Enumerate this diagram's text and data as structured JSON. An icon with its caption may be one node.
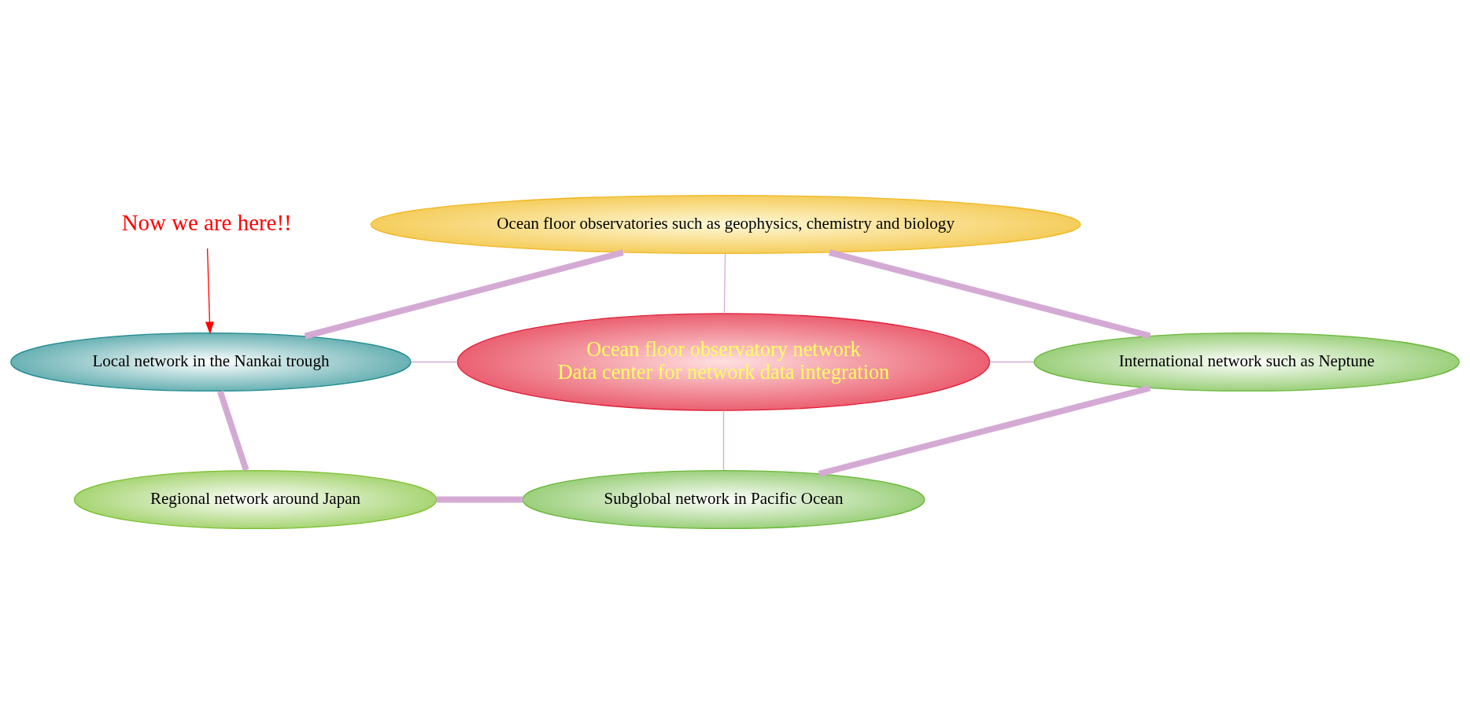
{
  "diagram": {
    "nodes": [
      {
        "text": [
          "Now we are here!!"
        ]
      },
      {
        "text": [
          "Ocean floor observatories such as geophysics, chemistry and biology"
        ]
      },
      {
        "text": [
          "Local network in the Nankai trough"
        ]
      },
      {
        "text": [
          "Ocean floor observatory network",
          "Data center for network data integration"
        ]
      },
      {
        "text": [
          "International network such as Neptune"
        ]
      },
      {
        "text": [
          "Regional network around Japan"
        ]
      },
      {
        "text": [
          "Subglobal network in Pacific Ocean"
        ]
      }
    ],
    "edges": [
      {
        "from": 0,
        "to": 2,
        "arrow": "to",
        "color": "#ff0000"
      },
      {
        "from": 1,
        "to": 3,
        "arrow": "none"
      },
      {
        "from": 2,
        "to": 3,
        "arrow": "none"
      },
      {
        "from": 3,
        "to": 4,
        "arrow": "none"
      },
      {
        "from": 3,
        "to": 6,
        "arrow": "none"
      },
      {
        "from": 1,
        "to": 4,
        "arrow": "none",
        "style": "thick"
      },
      {
        "from": 4,
        "to": 6,
        "arrow": "none",
        "style": "thick"
      },
      {
        "from": 6,
        "to": 5,
        "arrow": "none",
        "style": "thick"
      },
      {
        "from": 5,
        "to": 2,
        "arrow": "none",
        "style": "thick"
      },
      {
        "from": 2,
        "to": 1,
        "arrow": "none",
        "style": "thick"
      }
    ]
  }
}
